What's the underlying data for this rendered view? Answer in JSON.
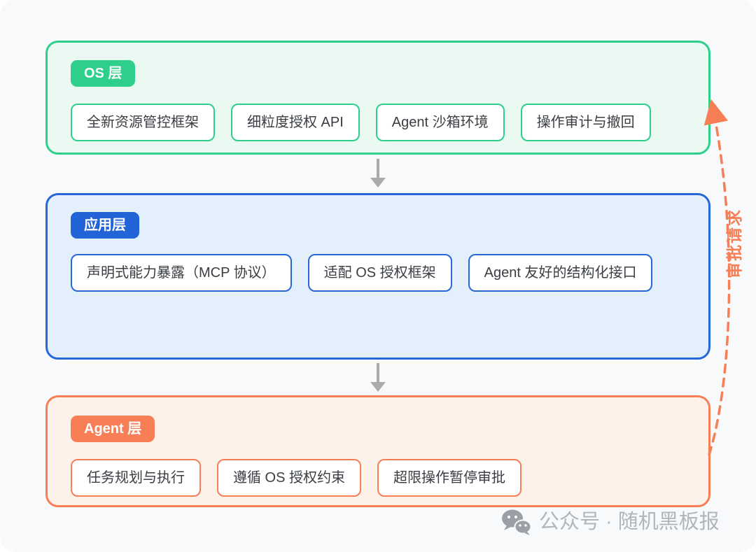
{
  "page": {
    "background": "#f7f9fb"
  },
  "layers": [
    {
      "id": "os",
      "label": "OS 层",
      "accent_color": "#2dcf8a",
      "fill_color": "#eafaf2",
      "items": [
        "全新资源管控框架",
        "细粒度授权 API",
        "Agent 沙箱环境",
        "操作审计与撤回"
      ]
    },
    {
      "id": "app",
      "label": "应用层",
      "accent_color": "#2264d8",
      "fill_color": "#e4effc",
      "items": [
        "声明式能力暴露（MCP 协议）",
        "适配 OS 授权框架",
        "Agent 友好的结构化接口"
      ]
    },
    {
      "id": "agent",
      "label": "Agent 层",
      "accent_color": "#f87e55",
      "fill_color": "#fdf2e9",
      "items": [
        "任务规划与执行",
        "遵循 OS 授权约束",
        "超限操作暂停审批"
      ]
    }
  ],
  "connectors": {
    "down_arrow_color": "#ababab",
    "approval_flow": {
      "label": "审批请求",
      "color": "#f87e55",
      "style": "dashed",
      "direction": "agent-layer-to-os-layer"
    }
  },
  "watermark": {
    "icon": "wechat-icon",
    "text": "公众号 · 随机黑板报",
    "color": "#b2b5b9"
  }
}
